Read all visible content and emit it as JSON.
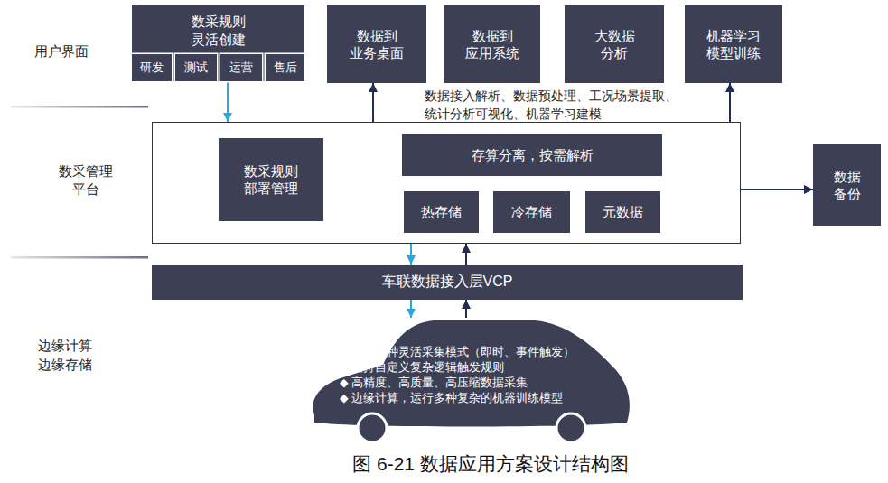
{
  "diagram": {
    "caption": "图 6-21 数据应用方案设计结构图",
    "nodes": [
      {
        "text": [
          "数采规则 灵活创建"
        ]
      },
      {
        "text": [
          "研发"
        ],
        "in": 0
      },
      {
        "text": [
          "测试"
        ],
        "in": 0
      },
      {
        "text": [
          "运营"
        ],
        "in": 0
      },
      {
        "text": [
          "售后"
        ],
        "in": 0
      },
      {
        "text": [
          "数据到 业务桌面"
        ]
      },
      {
        "text": [
          "数据到 应用系统"
        ]
      },
      {
        "text": [
          "大数据 分析"
        ]
      },
      {
        "text": [
          "机器学习 模型训练"
        ]
      },
      {
        "text": [
          "数采管理 平台"
        ]
      },
      {
        "text": [
          "数采规则 部署管理"
        ],
        "in": 9
      },
      {
        "text": [
          "存算分离，按需解析"
        ],
        "in": 9
      },
      {
        "text": [
          "热存储"
        ],
        "in": 9
      },
      {
        "text": [
          "冷存储"
        ],
        "in": 9
      },
      {
        "text": [
          "元数据"
        ],
        "in": 9
      },
      {
        "text": [
          "数据 备份"
        ]
      },
      {
        "text": [
          "车联数据接入层VCP"
        ]
      },
      {
        "text": [
          "◆ 支持各种灵活采集模式（即时、事件触发）",
          "◆ 支持自定义复杂逻辑触发规则",
          "◆ 高精度、高质量、高压缩数据采集",
          "◆ 边缘计算，运行多种复杂的机器训练模型"
        ]
      }
    ],
    "edges": [
      {
        "from": 0,
        "to": 9,
        "arrow": "to"
      },
      {
        "from": 9,
        "to": 5,
        "arrow": "to"
      },
      {
        "from": 9,
        "to": 8,
        "arrow": "to"
      },
      {
        "from": 9,
        "to": 15,
        "arrow": "to"
      },
      {
        "from": 9,
        "to": 16,
        "arrow": "to"
      },
      {
        "from": 16,
        "to": 9,
        "arrow": "to"
      },
      {
        "from": 16,
        "to": 17,
        "arrow": "to"
      },
      {
        "from": 17,
        "to": 16,
        "arrow": "to"
      }
    ],
    "labels": [
      "用户界面",
      "边缘计算 边缘存储",
      "数据接入解析、数据预处理、工况场景提取、 统计分析可视化、机器学习建模"
    ]
  }
}
